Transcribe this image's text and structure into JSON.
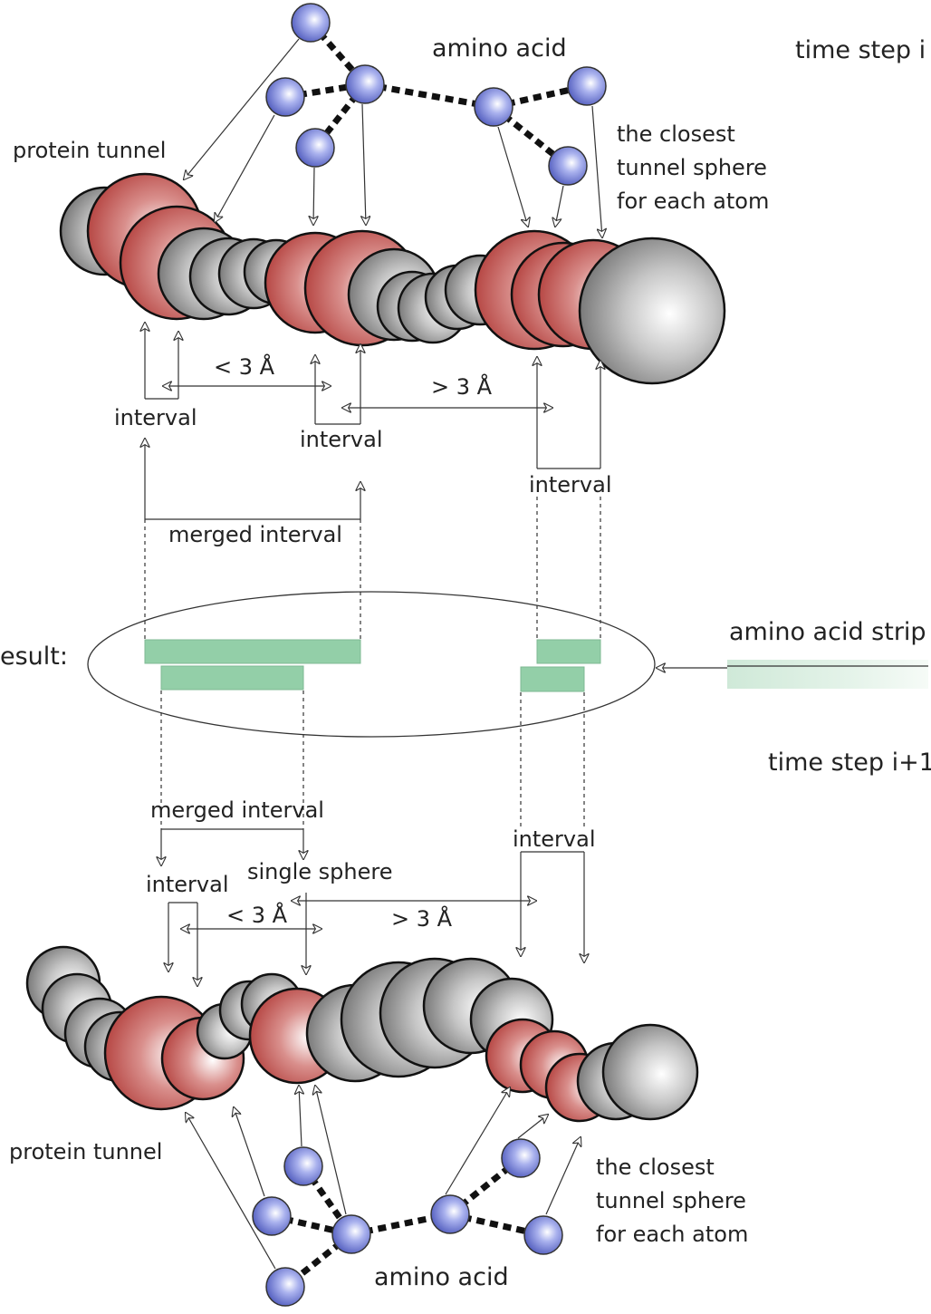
{
  "labels": {
    "time_step_i": "time step i",
    "time_step_i1": "time step i+1",
    "amino_acid_top": "amino acid",
    "amino_acid_bottom": "amino acid",
    "protein_tunnel_top": "protein tunnel",
    "protein_tunnel_bottom": "protein tunnel",
    "closest_top": [
      "the closest",
      "tunnel sphere",
      "for each atom"
    ],
    "closest_bottom": [
      "the closest",
      "tunnel sphere",
      "for each atom"
    ],
    "lt3_top": "< 3 Å",
    "gt3_top": "> 3 Å",
    "lt3_bottom": "< 3 Å",
    "gt3_bottom": "> 3 Å",
    "interval_top_1": "interval",
    "interval_top_2": "interval",
    "interval_top_3": "interval",
    "merged_top": "merged interval",
    "merged_bottom": "merged interval",
    "interval_bottom_1": "interval",
    "interval_bottom_2": "interval",
    "single_sphere": "single sphere",
    "result": "esult:",
    "strip": "amino acid strip"
  },
  "colors": {
    "lining_sphere": "#c0504d",
    "tunnel_sphere": "#8c8c8c",
    "atom": "#7b84d6",
    "interval_bar": "#93cfa8"
  }
}
